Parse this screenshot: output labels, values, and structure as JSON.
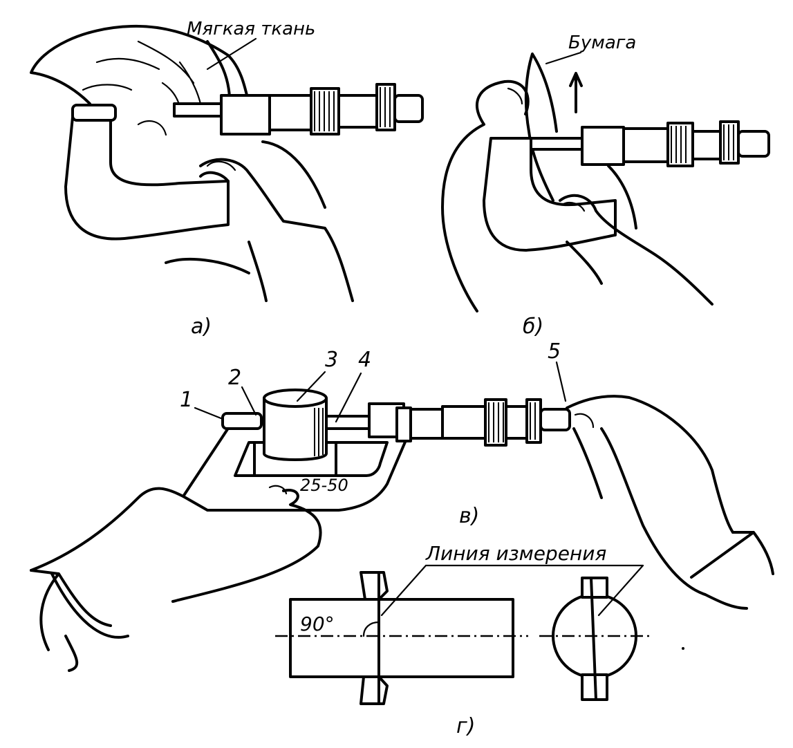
{
  "panels": {
    "a": {
      "caption": "а)",
      "label": "Мягкая ткань"
    },
    "b": {
      "caption": "б)",
      "label": "Бумага"
    },
    "v": {
      "caption": "в)",
      "size_marking": "25-50",
      "callouts": [
        "1",
        "2",
        "3",
        "4",
        "5"
      ]
    },
    "g": {
      "caption": "г)",
      "label": "Линия измерения",
      "angle": "90°"
    }
  },
  "colors": {
    "ink": "#000000",
    "paper": "#ffffff"
  }
}
